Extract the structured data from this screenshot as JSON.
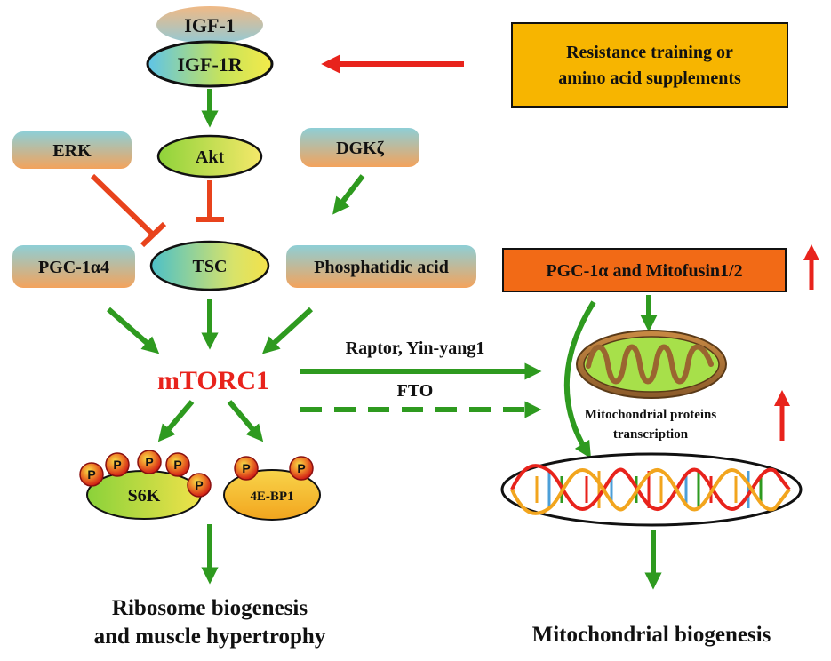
{
  "nodes": {
    "igf1": "IGF-1",
    "igf1r": "IGF-1R",
    "resistance_line1": "Resistance training or",
    "resistance_line2": "amino acid supplements",
    "erk": "ERK",
    "akt": "Akt",
    "dgk": "DGKζ",
    "pgc1a4": "PGC-1α4",
    "tsc": "TSC",
    "phosphatidic": "Phosphatidic acid",
    "pgc_mitofusin": "PGC-1α and Mitofusin1/2",
    "mtorc1": "mTORC1",
    "raptor": "Raptor, Yin-yang1",
    "fto": "FTO",
    "mito_proteins_line1": "Mitochondrial proteins",
    "mito_proteins_line2": "transcription",
    "s6k": "S6K",
    "e4bp1": "4E-BP1",
    "phospho": "P"
  },
  "outcomes": {
    "ribosome_line1": "Ribosome biogenesis",
    "ribosome_line2": "and muscle hypertrophy",
    "mito_biogenesis": "Mitochondrial biogenesis"
  },
  "colors": {
    "activation": "#2e9a1f",
    "inhibition": "#e8431c",
    "increase": "#e8231c",
    "mtorc1": "#e8231c",
    "resistance_box": "#f7b500",
    "pgc_box": "#f26a16",
    "phospho": "#e5271a"
  }
}
